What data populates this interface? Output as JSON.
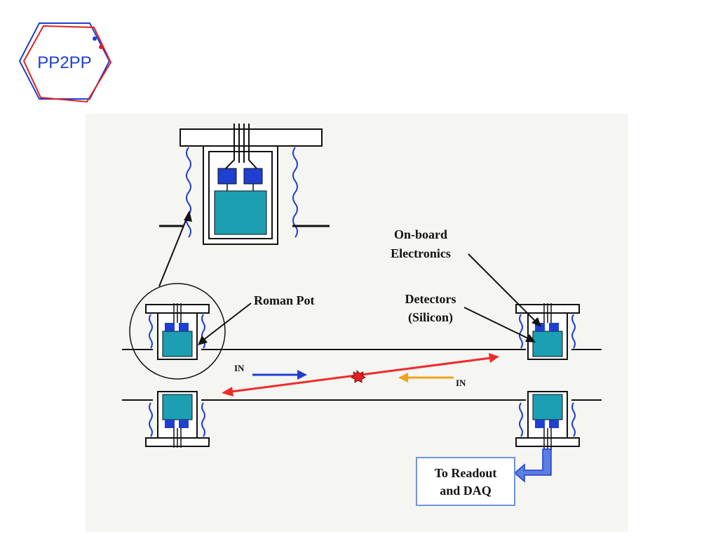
{
  "logo": {
    "text": "PP2PP"
  },
  "diagram": {
    "labels": {
      "onboard_line1": "On-board",
      "onboard_line2": "Electronics",
      "roman_pot": "Roman Pot",
      "detectors_line1": "Detectors",
      "detectors_line2": "(Silicon)",
      "in_left": "IN",
      "in_right": "IN",
      "readout_line1": "To Readout",
      "readout_line2": "and DAQ"
    },
    "colors": {
      "background": "#f5f5f2",
      "detector": "#1c9fb2",
      "chip": "#1f3fd0",
      "beam_blue": "#1f3fd0",
      "beam_orange": "#f2a21a",
      "track_red": "#ee2b2b",
      "readout_arrow": "#5b7fe0"
    }
  }
}
